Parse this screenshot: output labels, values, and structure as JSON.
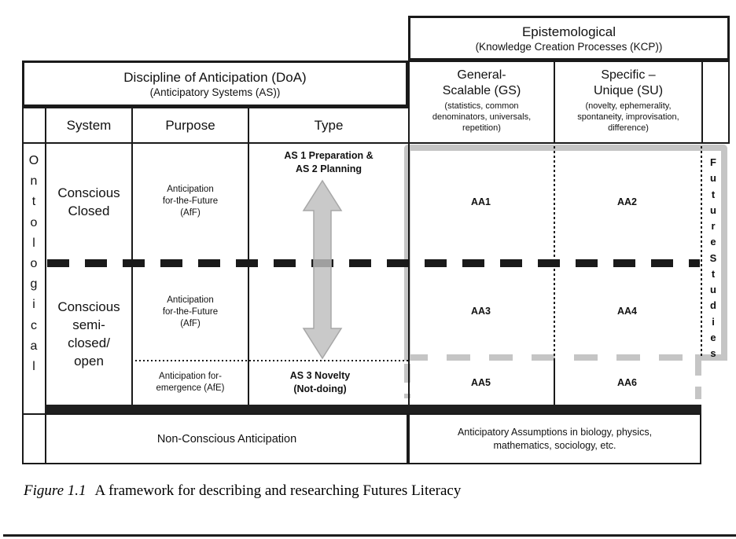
{
  "colors": {
    "line": "#1a1a1a",
    "gray_outline": "#c5c5c5",
    "arrow_fill": "#bdbdbd",
    "arrow_stroke": "#a7a7a7"
  },
  "epistemological": {
    "title": "Epistemological",
    "subtitle": "(Knowledge Creation Processes (KCP))"
  },
  "doa": {
    "title": "Discipline of Anticipation (DoA)",
    "subtitle": "(Anticipatory Systems (AS))"
  },
  "headers": {
    "system": "System",
    "purpose": "Purpose",
    "type": "Type"
  },
  "gs": {
    "title": [
      "General-",
      "Scalable (GS)"
    ],
    "subtitle": [
      "(statistics, common",
      "denominators, universals,",
      "repetition)"
    ]
  },
  "su": {
    "title": [
      "Specific –",
      "Unique (SU)"
    ],
    "subtitle": [
      "(novelty, ephemerality,",
      "spontaneity, improvisation,",
      "difference)"
    ]
  },
  "vertical_labels": {
    "ontological": "Ontological",
    "future_studies": "Future Studies"
  },
  "rows": {
    "row1": {
      "system": [
        "Conscious",
        "Closed"
      ],
      "purpose": [
        "Anticipation",
        "for-the-Future",
        "(AfF)"
      ],
      "type": [
        "AS 1 Preparation &",
        "AS 2 Planning"
      ],
      "gs": "AA1",
      "su": "AA2"
    },
    "row2": {
      "system": [
        "Conscious",
        "semi-",
        "closed/",
        "open"
      ],
      "purpose": [
        "Anticipation",
        "for-the-Future",
        "(AfF)"
      ],
      "gs": "AA3",
      "su": "AA4"
    },
    "row3": {
      "purpose": [
        "Anticipation for-",
        "emergence (AfE)"
      ],
      "type": [
        "AS 3 Novelty",
        "(Not-doing)"
      ],
      "gs": "AA5",
      "su": "AA6"
    }
  },
  "bottom": {
    "non_conscious": "Non-Conscious Anticipation",
    "assumptions": [
      "Anticipatory Assumptions in biology, physics,",
      "mathematics, sociology, etc."
    ]
  },
  "caption": {
    "label": "Figure 1.1",
    "text": "A framework for describing and researching Futures Literacy"
  }
}
